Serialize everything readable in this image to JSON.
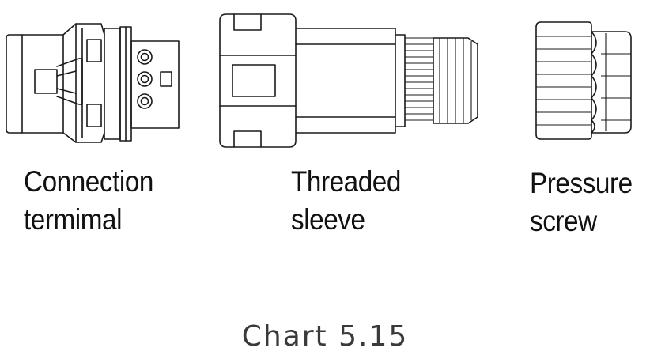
{
  "parts": [
    {
      "id": "connection-terminal",
      "label_lines": [
        "Connection",
        "termimal"
      ]
    },
    {
      "id": "threaded-sleeve",
      "label_lines": [
        "Threaded",
        "sleeve"
      ]
    },
    {
      "id": "pressure-screw",
      "label_lines": [
        "Pressure",
        "screw"
      ]
    }
  ],
  "caption": "Chart 5.15",
  "colors": {
    "line": "#1a1a1a",
    "text": "#111111",
    "caption": "#3a3a3a",
    "background": "#ffffff"
  }
}
